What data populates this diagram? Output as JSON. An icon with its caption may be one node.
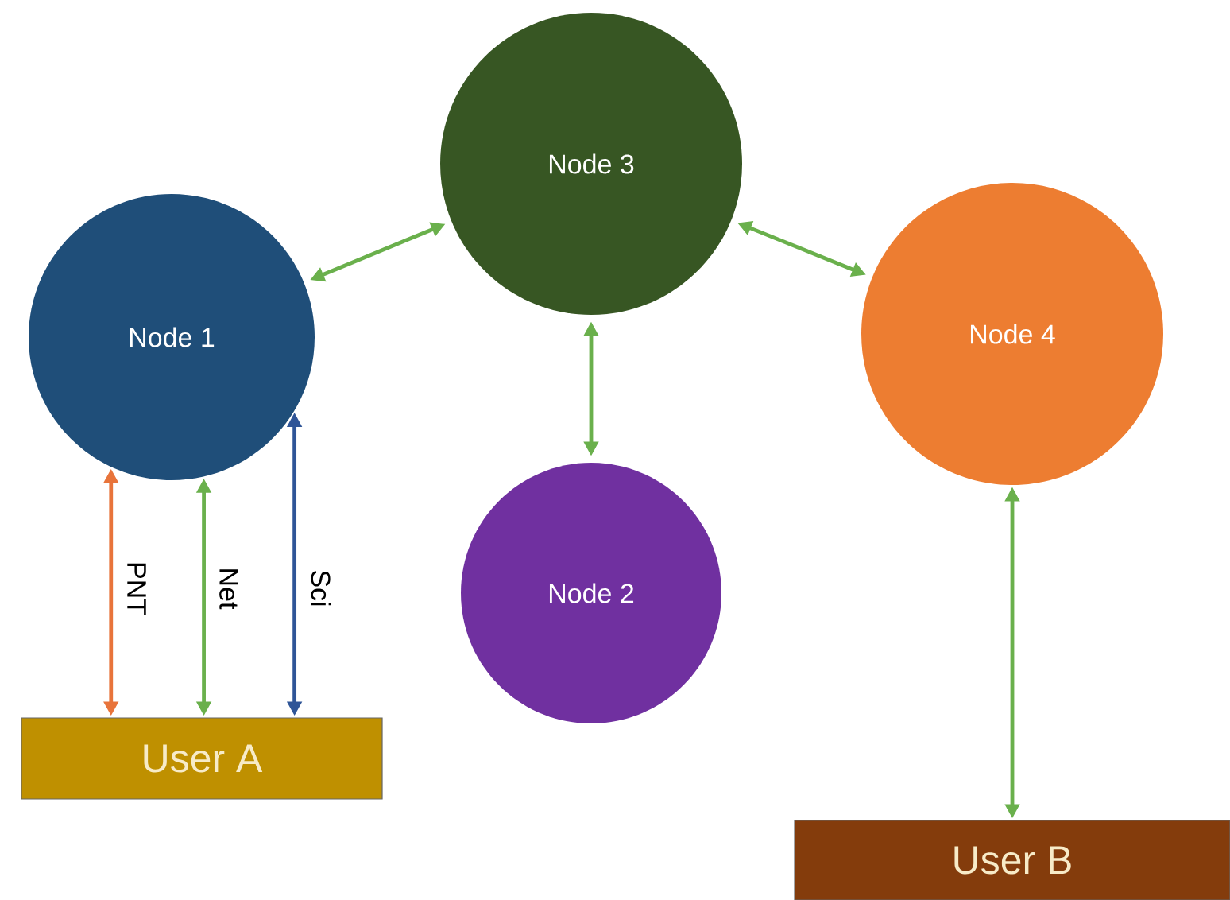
{
  "diagram": {
    "nodes": [
      {
        "text": [
          "Node 3"
        ]
      },
      {
        "text": [
          "Node 1"
        ]
      },
      {
        "text": [
          "Node 4"
        ]
      },
      {
        "text": [
          "Node 2"
        ]
      },
      {
        "text": [
          "User A"
        ]
      },
      {
        "text": [
          "User B"
        ]
      }
    ],
    "edges": [
      {
        "from": 1,
        "to": 0,
        "arrow": "both"
      },
      {
        "from": 0,
        "to": 2,
        "arrow": "both"
      },
      {
        "from": 0,
        "to": 3,
        "arrow": "both"
      },
      {
        "from": 4,
        "to": 1,
        "arrow": "both",
        "label": "PNT",
        "color": "#e8743b"
      },
      {
        "from": 4,
        "to": 1,
        "arrow": "both",
        "label": "Net"
      },
      {
        "from": 4,
        "to": 1,
        "arrow": "both",
        "label": "Sci",
        "color": "#2f5597"
      },
      {
        "from": 5,
        "to": 2,
        "arrow": "both"
      }
    ]
  }
}
